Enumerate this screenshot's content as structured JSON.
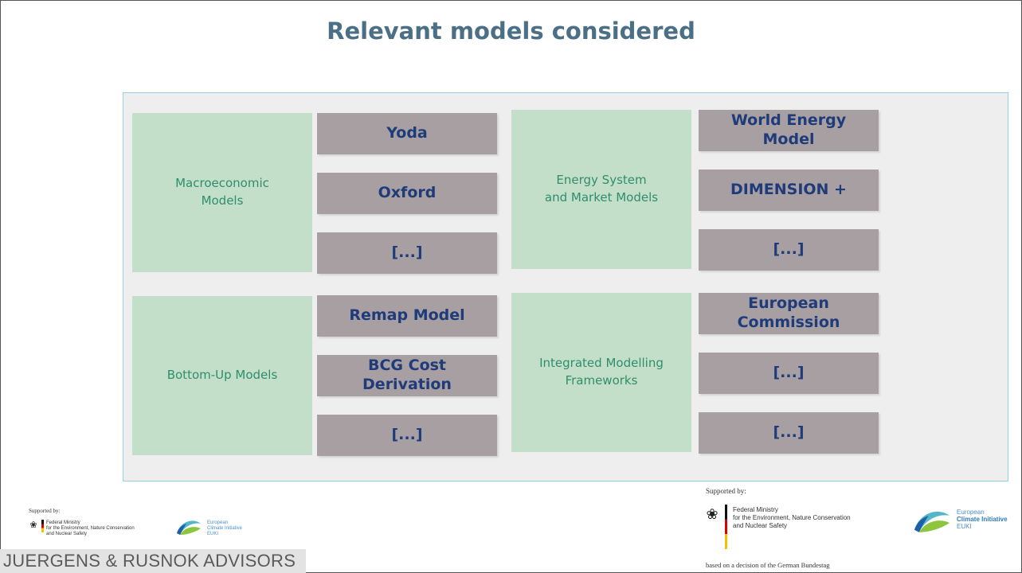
{
  "slide": {
    "title": "Relevant models considered"
  },
  "quadrants": [
    {
      "category": "Macroeconomic Models",
      "models": [
        "Yoda",
        "Oxford",
        "[...]"
      ]
    },
    {
      "category": "Energy System and Market Models",
      "models": [
        "World Energy Model",
        "DIMENSION +",
        "[...]"
      ]
    },
    {
      "category": "Bottom-Up Models",
      "models": [
        "Remap Model",
        "BCG Cost Derivation",
        "[...]"
      ]
    },
    {
      "category": "Integrated Modelling Frameworks",
      "models": [
        "European Commission",
        "[...]",
        "[...]"
      ]
    }
  ],
  "footer_left": {
    "supported_by": "Supported by:",
    "ministry_line1": "Federal Ministry",
    "ministry_line2": "for the Environment, Nature Conservation",
    "ministry_line3": "and Nuclear Safety",
    "euki_line1": "European",
    "euki_line2": "Climate Initiative",
    "euki_line3": "EUKI",
    "firm_name": "JUERGENS & RUSNOK ADVISORS"
  },
  "footer_right": {
    "supported_by": "Supported by:",
    "ministry_line1": "Federal Ministry",
    "ministry_line2": "for the Environment, Nature Conservation",
    "ministry_line3": "and Nuclear Safety",
    "euki_line1": "European",
    "euki_line2": "Climate Initiative",
    "euki_line3": "EUKI",
    "bundestag_note": "based on a decision of the German Bundestag"
  },
  "colors": {
    "title": "#4a6f86",
    "category_fill": "#c4dfc9",
    "category_text": "#2e8e6b",
    "model_fill": "#a79fa2",
    "model_text": "#1f3b7a",
    "panel_fill": "#eeeeee",
    "panel_border": "#8fd4dc"
  },
  "icons": [
    "federal-eagle-icon",
    "german-flag-bar-icon",
    "euki-logo-icon"
  ]
}
